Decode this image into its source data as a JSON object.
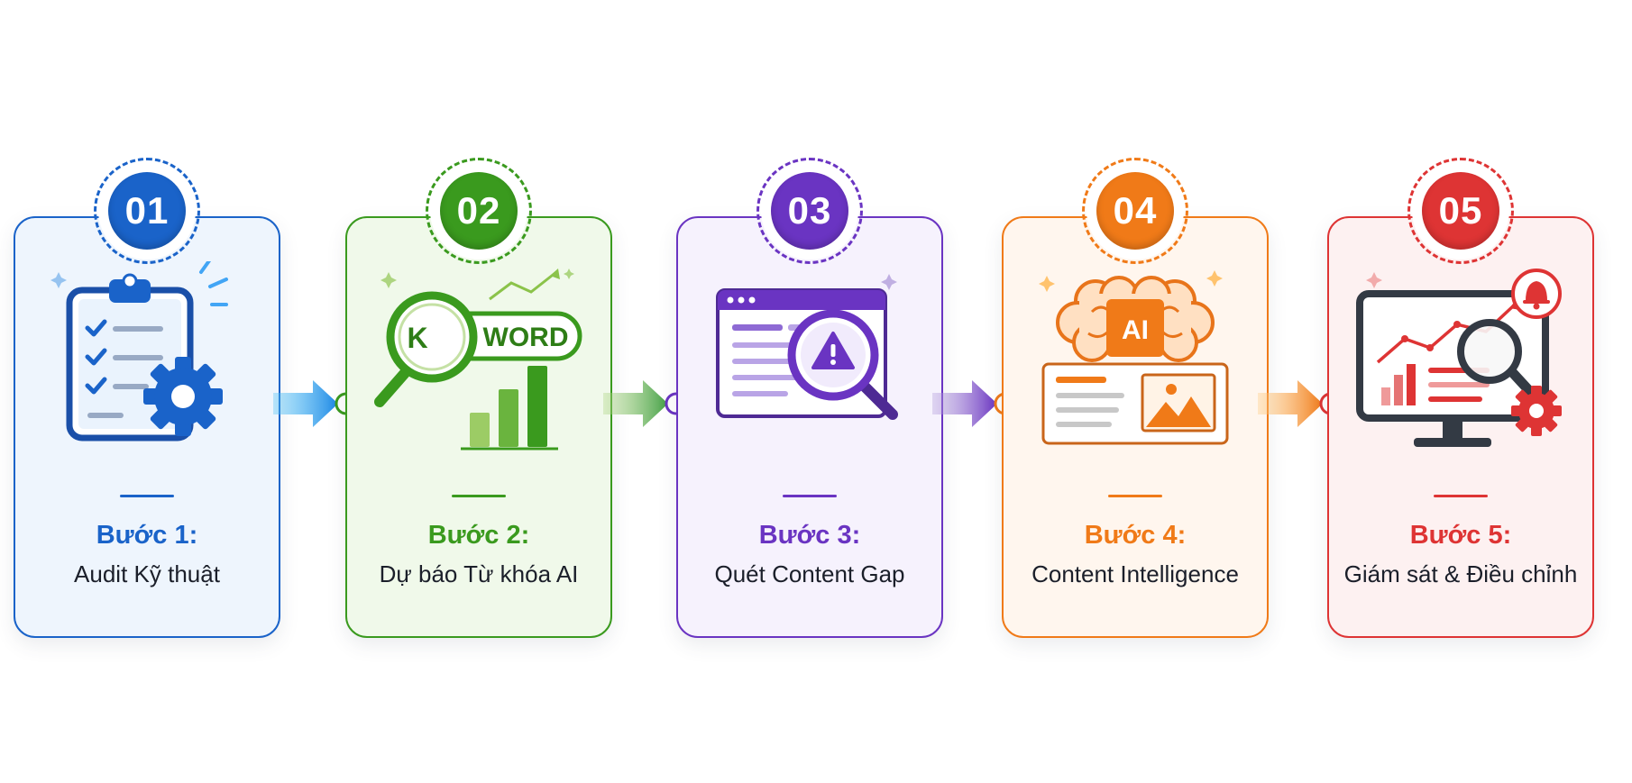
{
  "steps": [
    {
      "number": "01",
      "title": "Bước 1:",
      "desc": "Audit Kỹ thuật",
      "color": "#1a63c9",
      "bg": "#eef5fd"
    },
    {
      "number": "02",
      "title": "Bước 2:",
      "desc": "Dự báo Từ khóa AI",
      "color": "#3a9a1e",
      "bg": "#f0f9ea"
    },
    {
      "number": "03",
      "title": "Bước 3:",
      "desc": "Quét Content Gap",
      "color": "#6a34c2",
      "bg": "#f6f2fd"
    },
    {
      "number": "04",
      "title": "Bước 4:",
      "desc": "Content Intelligence",
      "color": "#f07a18",
      "bg": "#fff6ee"
    },
    {
      "number": "05",
      "title": "Bước 5:",
      "desc": "Giám sát & Điều chỉnh",
      "color": "#de3434",
      "bg": "#fdf1f1"
    }
  ],
  "keyword_icon": {
    "left": "K",
    "right": "WORD"
  },
  "ai_icon": {
    "label": "AI"
  }
}
